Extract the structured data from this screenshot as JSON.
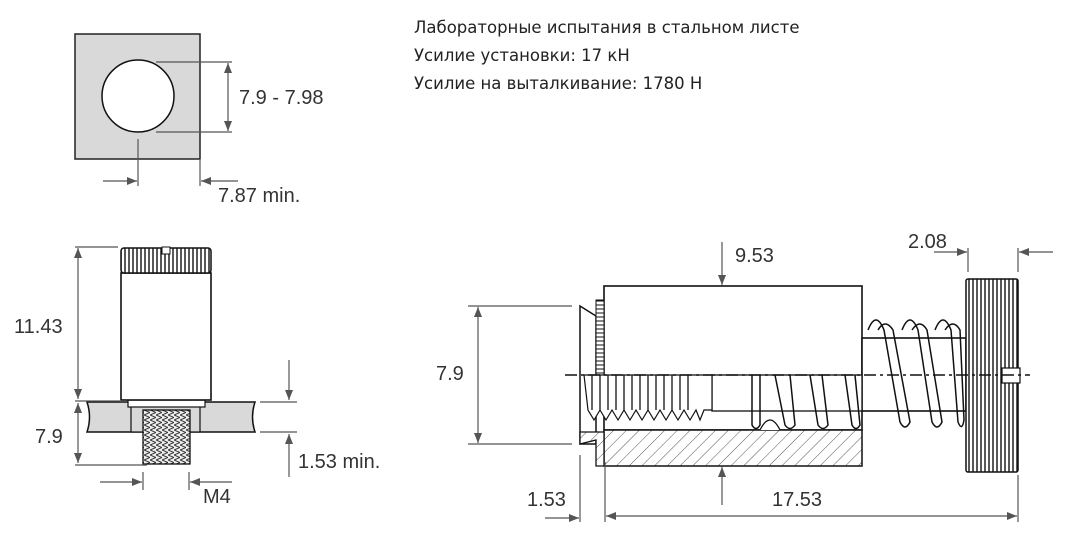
{
  "info": {
    "line1": "Лабораторные испытания в стальном листе",
    "line2": "Усилие установки: 17 кН",
    "line3": "Усилие на выталкивание: 1780 Н"
  },
  "hole_view": {
    "hole_diameter": "7.9 - 7.98",
    "edge_distance": "7.87 min."
  },
  "side_view": {
    "height": "11.43",
    "thread_length": "7.9",
    "sheet_thickness": "1.53 min.",
    "thread_size": "M4"
  },
  "section_view": {
    "body_diameter": "9.53",
    "knob_width": "2.08",
    "flange_diameter": "7.9",
    "flange_height": "1.53",
    "total_length": "17.53"
  },
  "colors": {
    "plate": "#d9d9d9",
    "line": "#111111",
    "dim": "#555555"
  }
}
